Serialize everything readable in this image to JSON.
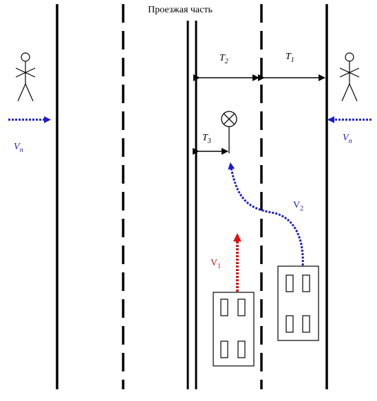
{
  "title": "Проезжая часть",
  "labels": {
    "t1": "T",
    "t1_sub": "1",
    "t2": "T",
    "t2_sub": "2",
    "t3": "T",
    "t3_sub": "3",
    "v1": "V",
    "v1_sub": "1",
    "v2": "V",
    "v2_sub": "2",
    "vp_left": "V",
    "vp_left_sub": "п",
    "vp_right": "V",
    "vp_right_sub": "п"
  },
  "colors": {
    "ink": "#000000",
    "blue": "#1a1acc",
    "red": "#e01010"
  },
  "icons": {
    "pedestrian": "stick-figure-icon",
    "signal": "crossed-circle-lamp-icon",
    "vehicle": "car-topview-icon"
  }
}
